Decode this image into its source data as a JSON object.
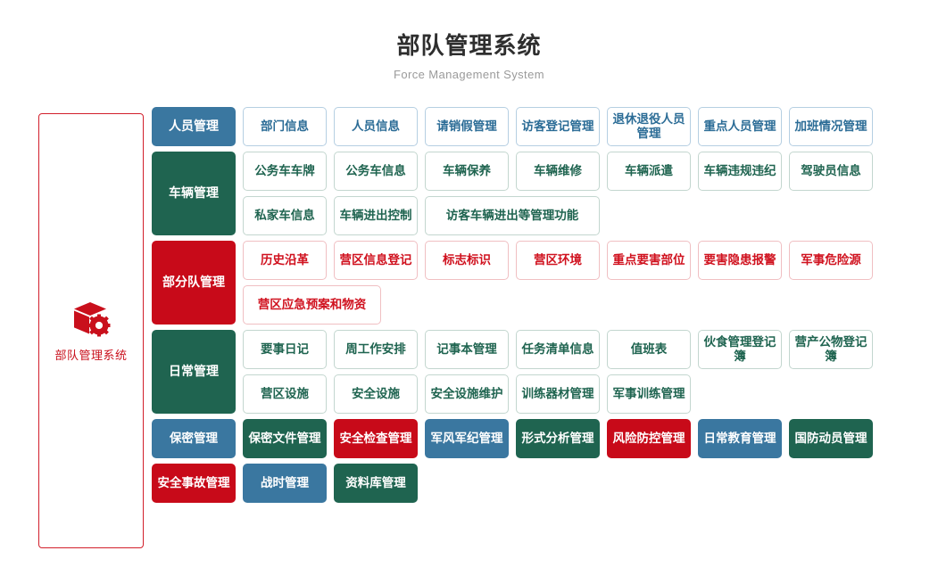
{
  "header": {
    "title": "部队管理系统",
    "subtitle": "Force Management System"
  },
  "brand": {
    "label": "部队管理系统",
    "icon": "box-gear-icon",
    "color": "#c9101c"
  },
  "palette": {
    "blue": "#3a77a0",
    "green": "#1f6450",
    "red": "#c80a19",
    "outline_blue": "#b5cfe2",
    "outline_green": "#c3d6cf",
    "outline_red": "#f0bfc2",
    "text_blue": "#2b6c96",
    "text_green": "#1f6450",
    "text_red": "#d0121f"
  },
  "sections": [
    {
      "category": "人员管理",
      "color": "blue",
      "rows": [
        [
          "部门信息",
          "人员信息",
          "请销假管理",
          "访客登记管理",
          "退休退役人员管理",
          "重点人员管理",
          "加班情况管理"
        ]
      ]
    },
    {
      "category": "车辆管理",
      "color": "green",
      "rows": [
        [
          "公务车车牌",
          "公务车信息",
          "车辆保养",
          "车辆维修",
          "车辆派遣",
          "车辆违规违纪",
          "驾驶员信息"
        ],
        [
          "私家车信息",
          "车辆进出控制",
          "访客车辆进出等管理功能"
        ]
      ]
    },
    {
      "category": "部分队管理",
      "color": "red",
      "rows": [
        [
          "历史沿革",
          "营区信息登记",
          "标志标识",
          "营区环境",
          "重点要害部位",
          "要害隐患报警",
          "军事危险源"
        ],
        [
          "营区应急预案和物资"
        ]
      ]
    },
    {
      "category": "日常管理",
      "color": "green",
      "rows": [
        [
          "要事日记",
          "周工作安排",
          "记事本管理",
          "任务清单信息",
          "值班表",
          "伙食管理登记簿",
          "营产公物登记簿"
        ],
        [
          "营区设施",
          "安全设施",
          "安全设施维护",
          "训练器材管理",
          "军事训练管理"
        ]
      ]
    }
  ],
  "flat_section": {
    "rows": [
      [
        {
          "label": "保密管理",
          "color": "blue"
        },
        {
          "label": "保密文件管理",
          "color": "green"
        },
        {
          "label": "安全检查管理",
          "color": "red"
        },
        {
          "label": "军风军纪管理",
          "color": "blue"
        },
        {
          "label": "形式分析管理",
          "color": "green"
        },
        {
          "label": "风险防控管理",
          "color": "red"
        },
        {
          "label": "日常教育管理",
          "color": "blue"
        },
        {
          "label": "国防动员管理",
          "color": "green"
        }
      ],
      [
        {
          "label": "安全事故管理",
          "color": "red"
        },
        {
          "label": "战时管理",
          "color": "blue"
        },
        {
          "label": "资料库管理",
          "color": "green"
        }
      ]
    ]
  }
}
